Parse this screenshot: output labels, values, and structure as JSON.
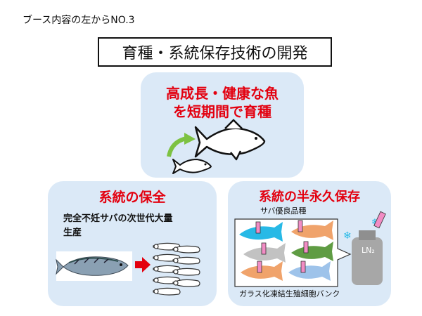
{
  "caption": "ブース内容の左からNO.3",
  "title": "育種・系統保存技術の開発",
  "top_panel": {
    "line1": "高成長・健康な魚",
    "line2": "を短期間で育種"
  },
  "left_panel": {
    "title": "系統の保全",
    "description_line1": "完全不妊サバの次世代大量",
    "description_line2": "生産"
  },
  "right_panel": {
    "title": "系統の半永久保存",
    "fish_label": "サバ優良品種",
    "bank_label": "ガラス化凍結生殖細胞バンク",
    "tank_label": "LN₂"
  },
  "colors": {
    "panel": "#dbe9f7",
    "accent_red": "#e3000f",
    "arrow_green": "#7dc242",
    "fish_cyan": "#27b9e6",
    "fish_orange": "#f0a36b",
    "fish_grey": "#c2c2c2",
    "fish_green": "#5f9c43",
    "fish_blue": "#9ec3ea",
    "tube_pink": "#f28cc4"
  }
}
